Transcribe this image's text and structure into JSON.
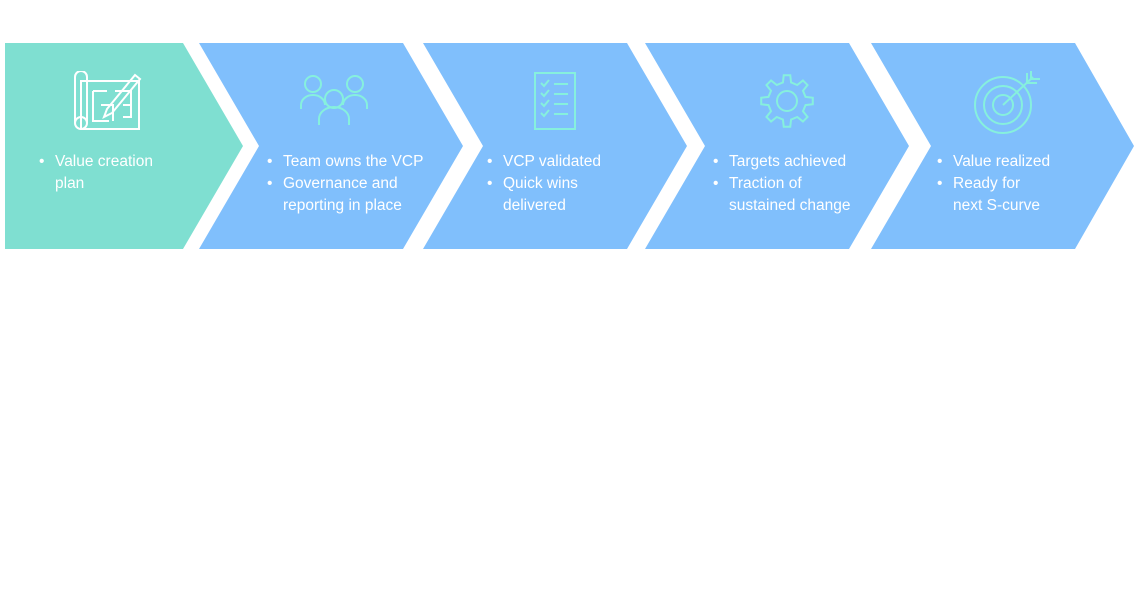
{
  "colors": {
    "active_fill": "#7fdfd1",
    "default_fill": "#80bffc",
    "icon_stroke_on_blue": "#86f0dd",
    "icon_stroke_on_teal": "#ffffff",
    "text": "#ffffff"
  },
  "steps": [
    {
      "id": "plan",
      "active": true,
      "icon": "blueprint-pencil-icon",
      "bullets": [
        "Value creation",
        "plan"
      ],
      "bullet_groups": [
        [
          "Value creation",
          "plan"
        ]
      ]
    },
    {
      "id": "ownership",
      "active": false,
      "icon": "team-icon",
      "bullet_groups": [
        [
          "Team owns the VCP"
        ],
        [
          "Governance and",
          "reporting in place"
        ]
      ]
    },
    {
      "id": "validation",
      "active": false,
      "icon": "checklist-icon",
      "bullet_groups": [
        [
          "VCP validated"
        ],
        [
          "Quick wins",
          "delivered"
        ]
      ]
    },
    {
      "id": "targets",
      "active": false,
      "icon": "gear-icon",
      "bullet_groups": [
        [
          "Targets achieved"
        ],
        [
          "Traction of",
          "sustained change"
        ]
      ]
    },
    {
      "id": "realization",
      "active": false,
      "icon": "target-arrow-icon",
      "bullet_groups": [
        [
          "Value realized"
        ],
        [
          "Ready for",
          "next S-curve"
        ]
      ]
    }
  ]
}
